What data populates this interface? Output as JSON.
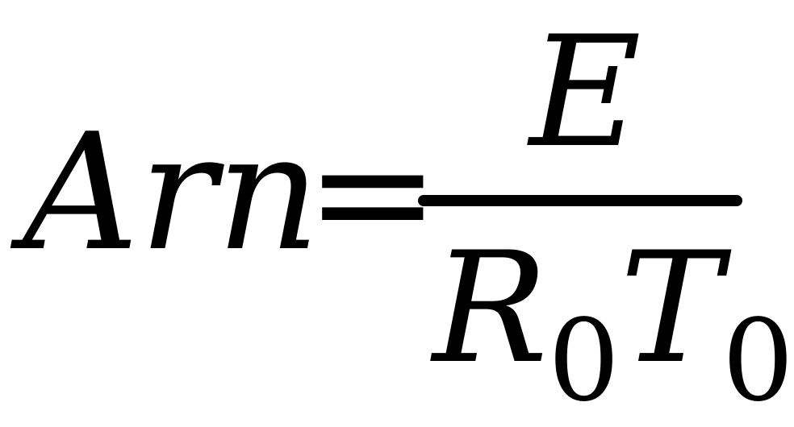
{
  "formula": {
    "lhs": "Arn",
    "equals": "=",
    "numerator": "E",
    "denominator": {
      "symbol1": "R",
      "subscript1": "0",
      "symbol2": "T",
      "subscript2": "0"
    }
  }
}
